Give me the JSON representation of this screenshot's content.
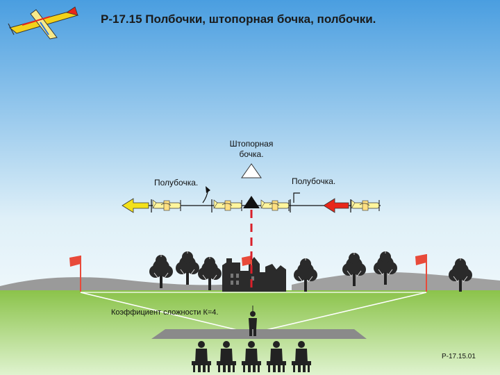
{
  "header": {
    "title": "Р-17.15 Полбочки, штопорная бочка, полбочки.",
    "logo_icon": "aerobatic-plane-icon"
  },
  "diagram": {
    "label_spin_roll": "Штопорная бочка.",
    "label_half_roll_left": "Полубочка.",
    "label_half_roll_right": "Полубочка.",
    "entry_arrow_color": "#e8271a",
    "exit_arrow_color": "#f3e11a",
    "centerline_color": "#d9202a"
  },
  "footer": {
    "difficulty": "Коэффициент сложности К=4.",
    "figure_code": "Р-17.15.01"
  },
  "colors": {
    "sky_top": "#4a9ee0",
    "sky_bottom": "#eef7fb",
    "grass_top": "#8bc34a",
    "grass_bottom": "#d8efc5",
    "flag": "#e84a3a"
  }
}
